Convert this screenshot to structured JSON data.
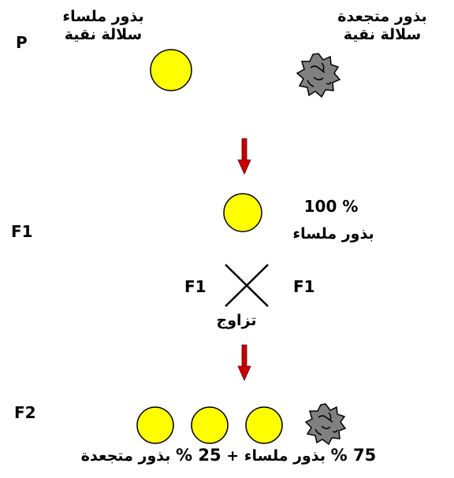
{
  "generations": {
    "p": "P",
    "f1": "F1",
    "f2": "F2"
  },
  "parents": {
    "smooth": {
      "line1": "بذور ملساء",
      "line2": "سلالة نقية"
    },
    "wrinkled": {
      "line1": "بذور متجعدة",
      "line2": "سلالة نقية"
    }
  },
  "f1": {
    "percent": "100 %",
    "description": "بذور ملساء"
  },
  "cross": {
    "left": "F1",
    "right": "F1",
    "word": "تزاوج"
  },
  "f2": {
    "pct_smooth": "75 %",
    "smooth_label": "بذور ملساء",
    "plus": "+",
    "pct_wrinkled": "25 %",
    "wrinkled_label": "بذور متجعدة"
  },
  "colors": {
    "smooth_seed": "#ffff00",
    "wrinkled_seed": "#808080",
    "arrow": "#cc0000"
  }
}
